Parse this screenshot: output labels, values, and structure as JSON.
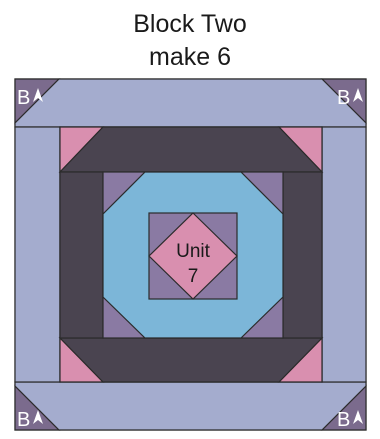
{
  "title_line1": "Block Two",
  "title_line2": "make 6",
  "corner_label": "B",
  "center_label_line1": "Unit",
  "center_label_line2": "7",
  "colors": {
    "outline": "#2b2b2b",
    "periwinkle": "#a4acce",
    "dark_purple": "#7b6b8d",
    "charcoal": "#4a4450",
    "pink": "#d98faf",
    "mauve": "#8a7aa3",
    "sky_blue": "#7cb6d8"
  }
}
